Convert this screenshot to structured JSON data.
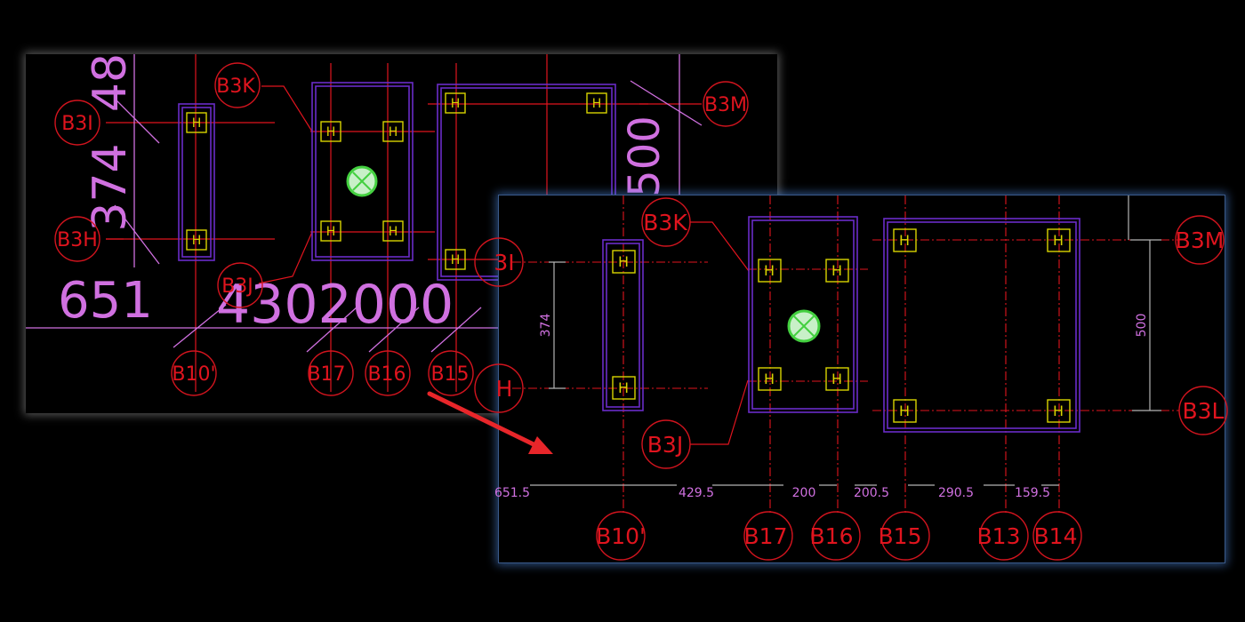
{
  "colors": {
    "background": "#000000",
    "axis_red": "#e0141e",
    "bubble_red": "#d2141e",
    "beam_purple": "#6a2cc8",
    "dimension_pink": "#d070e0",
    "column_yellow": "#d8d400",
    "marker_green": "#44d040",
    "dim_gray": "#b4b4b4",
    "arrow_red": "#e8262a"
  },
  "before_view": {
    "grid_labels": {
      "b3i": "B3I",
      "b3h": "B3H",
      "b3k": "B3K",
      "b3j": "B3J",
      "b3m": "B3M",
      "b10p": "B10'",
      "b17": "B17",
      "b16": "B16",
      "b15": "B15"
    },
    "dimension_texts": {
      "left_vertical": "374",
      "left_vertical_top": "48",
      "bottom_left": "651",
      "bottom_run": "4302000",
      "bottom_run_tail": "2",
      "right_vertical": "500"
    }
  },
  "after_view": {
    "grid_labels": {
      "b3k": "B3K",
      "b3j": "B3J",
      "b3m": "B3M",
      "b3l": "B3L",
      "b3i": "3I",
      "b3h": "H",
      "b10p": "B10'",
      "b17": "B17",
      "b16": "B16",
      "b15": "B15",
      "b13": "B13",
      "b14": "B14"
    },
    "dimension_texts": {
      "left_vertical": "374",
      "right_vertical": "500",
      "d1": "651.5",
      "d2": "429.5",
      "d3": "200",
      "d4": "200.5",
      "d5": "290.5",
      "d6": "159.5"
    }
  },
  "icons": [
    "column-h-icon",
    "green-cross-marker-icon",
    "transition-arrow-icon"
  ]
}
